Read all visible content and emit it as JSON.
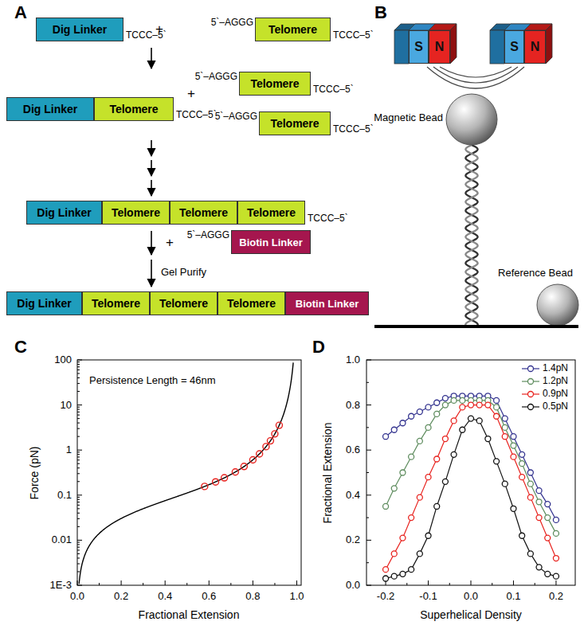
{
  "diagram": {
    "nodes": [
      {
        "text": [
          "Dig Linker"
        ]
      },
      {
        "text": [
          "Telomere"
        ]
      },
      {
        "text": [
          "Telomere"
        ]
      },
      {
        "text": [
          "Dig Linker"
        ]
      },
      {
        "text": [
          "Telomere"
        ]
      },
      {
        "text": [
          "Telomere"
        ]
      },
      {
        "text": [
          "Dig Linker"
        ]
      },
      {
        "text": [
          "Telomere"
        ]
      },
      {
        "text": [
          "Telomere"
        ]
      },
      {
        "text": [
          "Telomere"
        ]
      },
      {
        "text": [
          "Biotin Linker"
        ]
      },
      {
        "text": [
          "Dig Linker"
        ]
      },
      {
        "text": [
          "Telomere"
        ]
      },
      {
        "text": [
          "Telomere"
        ]
      },
      {
        "text": [
          "Telomere"
        ]
      },
      {
        "text": [
          "Biotin Linker"
        ]
      },
      {
        "text": [
          "S"
        ]
      },
      {
        "text": [
          "N"
        ]
      },
      {
        "text": [
          "S"
        ]
      },
      {
        "text": [
          "N"
        ]
      }
    ],
    "labels": [
      "A",
      "TCCC–5`",
      "+",
      "5`–AGGG",
      "TCCC–5`",
      "5`–AGGG",
      "TCCC–5`",
      "+",
      "TCCC–5`",
      "5`–AGGG",
      "TCCC–5`",
      "TCCC–5`",
      "+",
      "5`–AGGG",
      "Gel Purify",
      "B",
      "Magnetic Bead",
      "Reference Bead",
      "C",
      "Persistence Length = 46nm",
      "100",
      "10",
      "1",
      "0.1",
      "0.01",
      "1E-3",
      "0.0",
      "0.2",
      "0.4",
      "0.6",
      "0.8",
      "1.0",
      "Force (pN)",
      "Fractional Extension",
      "D",
      "1.0",
      "0.8",
      "0.6",
      "0.4",
      "0.2",
      "0.0",
      "-0.2",
      "-0.1",
      "0.0",
      "0.1",
      "0.2",
      "Fractional Extension",
      "Superhelical Density"
    ],
    "legend": [
      {
        "text": "1.4pN"
      },
      {
        "text": "1.2pN"
      },
      {
        "text": "0.9pN"
      },
      {
        "text": "0.5pN"
      }
    ]
  }
}
